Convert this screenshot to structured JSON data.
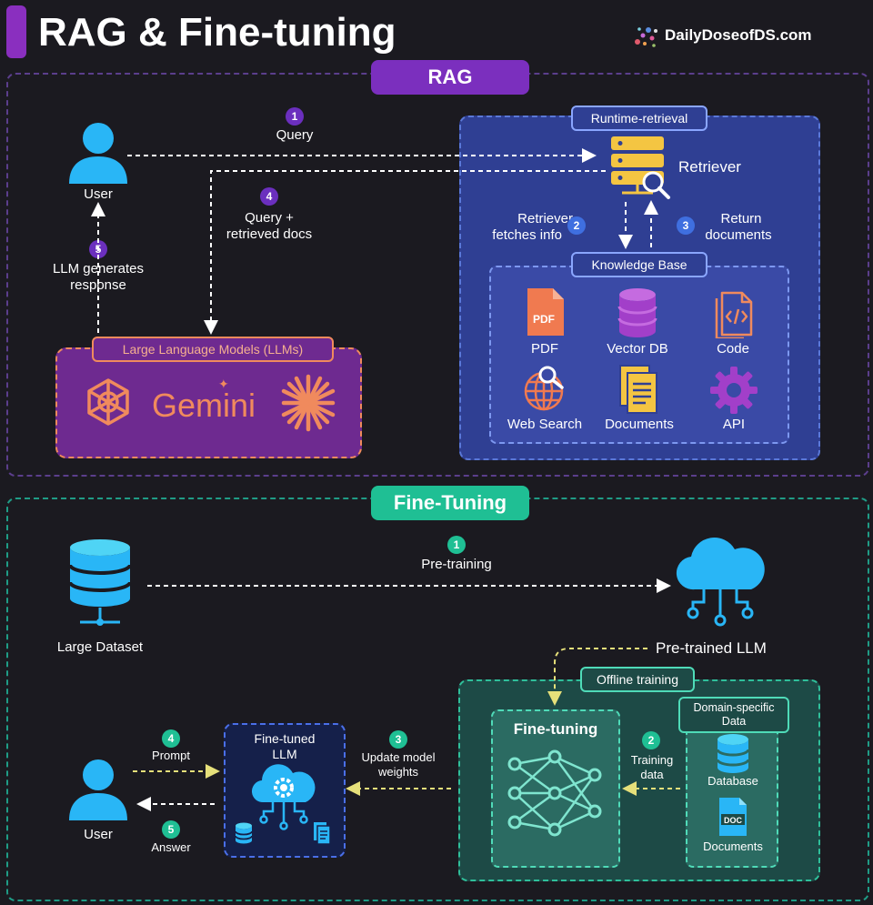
{
  "header": {
    "title": "RAG & Fine-tuning",
    "brand": "DailyDoseofDS.com"
  },
  "rag": {
    "section_label": "RAG",
    "user_label": "User",
    "step1": {
      "num": "1",
      "label": "Query"
    },
    "step4": {
      "num": "4",
      "label_line1": "Query +",
      "label_line2": "retrieved docs"
    },
    "step5": {
      "num": "5",
      "label_line1": "LLM generates",
      "label_line2": "response"
    },
    "llm_box_label": "Large Language Models (LLMs)",
    "gemini_label": "Gemini",
    "runtime_label": "Runtime-retrieval",
    "retriever_label": "Retriever",
    "step2": {
      "num": "2",
      "label_line1": "Retriever",
      "label_line2": "fetches info"
    },
    "step3": {
      "num": "3",
      "label_line1": "Return",
      "label_line2": "documents"
    },
    "kb_label": "Knowledge Base",
    "pdf_icon_text": "PDF",
    "kb_items": {
      "pdf": "PDF",
      "vectordb": "Vector DB",
      "code": "Code",
      "websearch": "Web Search",
      "documents": "Documents",
      "api": "API"
    }
  },
  "ft": {
    "section_label": "Fine-Tuning",
    "dataset_label": "Large Dataset",
    "step1": {
      "num": "1",
      "label": "Pre-training"
    },
    "pretrained_label": "Pre-trained LLM",
    "offline_label": "Offline training",
    "finetuning_label": "Fine-tuning",
    "domain_label_line1": "Domain-specific",
    "domain_label_line2": "Data",
    "database_label": "Database",
    "doc_icon_text": "DOC",
    "documents_label": "Documents",
    "step2": {
      "num": "2",
      "label_line1": "Training",
      "label_line2": "data"
    },
    "step3": {
      "num": "3",
      "label_line1": "Update model",
      "label_line2": "weights"
    },
    "finetuned_line1": "Fine-tuned",
    "finetuned_line2": "LLM",
    "step4": {
      "num": "4",
      "label": "Prompt"
    },
    "step5": {
      "num": "5",
      "label": "Answer"
    },
    "user_label": "User"
  },
  "colors": {
    "rag_purple": "#7b2fbe",
    "ft_teal": "#1fbf94",
    "rag_blue": "#2f3f93",
    "ft_green": "#1d4a46",
    "llm_purple": "#6e2a90",
    "orange": "#f08a5d"
  }
}
